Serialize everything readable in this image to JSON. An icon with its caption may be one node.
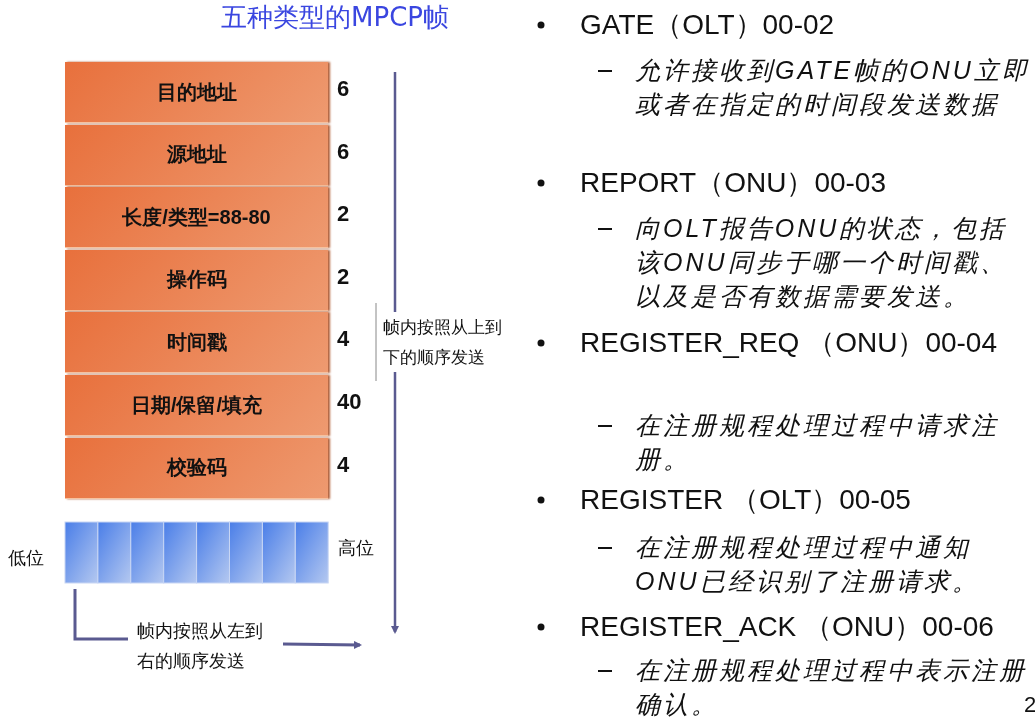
{
  "diagram": {
    "title": "五种类型的MPCP帧",
    "nodes": [
      {
        "text": [
          "目的地址"
        ],
        "beside": [
          "6"
        ]
      },
      {
        "text": [
          "源地址"
        ],
        "beside": [
          "6"
        ]
      },
      {
        "text": [
          "长度/类型=88-80"
        ],
        "beside": [
          "2"
        ]
      },
      {
        "text": [
          "操作码"
        ],
        "beside": [
          "2"
        ]
      },
      {
        "text": [
          "时间戳"
        ],
        "beside": [
          "4"
        ]
      },
      {
        "text": [
          "日期/保留/填充"
        ],
        "beside": [
          "40"
        ]
      },
      {
        "text": [
          "校验码"
        ],
        "beside": [
          "4"
        ]
      }
    ],
    "labels": [
      "帧内按照从上到下的顺序发送",
      "低位",
      "高位",
      "帧内按照从左到右的顺序发送",
      "GATE（OLT）00-02",
      "允许接收到GATE帧的ONU立即或者在指定的时间段发送数据",
      "REPORT（ONU）00-03",
      "向OLT报告ONU的状态，包括该ONU同步于哪一个时间戳、以及是否有数据需要发送。",
      "REGISTER_REQ （ONU）00-04",
      "在注册规程处理过程中请求注册。",
      "REGISTER （OLT）00-05",
      "在注册规程处理过程中通知ONU已经识别了注册请求。",
      "REGISTER_ACK （ONU）00-06",
      "在注册规程处理过程中表示注册确认。",
      "2"
    ]
  }
}
